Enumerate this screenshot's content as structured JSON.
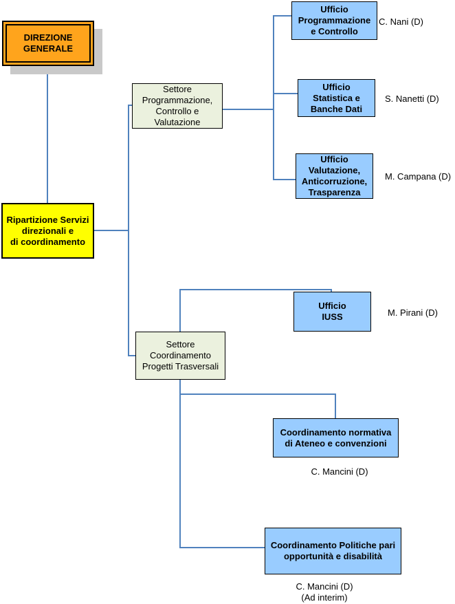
{
  "colors": {
    "connector": "#4f81bd",
    "root_fill": "#FFA41C",
    "division_fill": "#FFFF00",
    "sector_fill": "#EBF1DE",
    "office_fill": "#99CCFF",
    "shadow": "#c9c9c9",
    "background": "#ffffff"
  },
  "nodes": {
    "direzione": {
      "label": "DIREZIONE\nGENERALE"
    },
    "ripartizione": {
      "label": "Ripartizione Servizi\ndirezionali e\ndi coordinamento"
    },
    "settore_programmazione": {
      "label": "Settore\nProgrammazione,\nControllo e\nValutazione"
    },
    "settore_coordinamento": {
      "label": "Settore\nCoordinamento\nProgetti Trasversali"
    },
    "ufficio_programmazione": {
      "label": "Ufficio\nProgrammazione\ne Controllo",
      "manager": "C. Nani (D)"
    },
    "ufficio_statistica": {
      "label": "Ufficio\nStatistica e\nBanche Dati",
      "manager": "S. Nanetti (D)"
    },
    "ufficio_valutazione": {
      "label": "Ufficio\nValutazione,\nAnticorruzione,\nTrasparenza",
      "manager": "M. Campana (D)"
    },
    "ufficio_iuss": {
      "label": "Ufficio\nIUSS",
      "manager": "M. Pirani (D)"
    },
    "coord_normativa": {
      "label": "Coordinamento normativa\ndi Ateneo e convenzioni",
      "manager": "C. Mancini (D)"
    },
    "coord_politiche": {
      "label": "Coordinamento Politiche pari\nopportunità e disabilità",
      "manager": "C. Mancini (D)\n(Ad interim)"
    }
  }
}
